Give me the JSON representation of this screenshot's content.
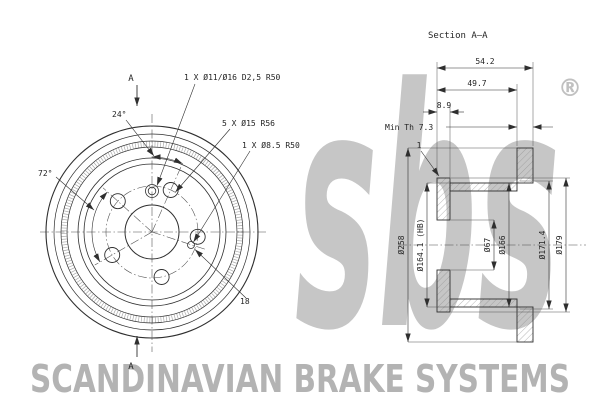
{
  "watermark": {
    "logo": "sbs",
    "registered": "®",
    "banner": "SCANDINAVIAN BRAKE SYSTEMS",
    "logo_color": "#c6c6c6",
    "banner_color": "#b3b3b3"
  },
  "front_view": {
    "marker_top": "A",
    "marker_bottom": "A",
    "note_countersunk": "1 X Ø11/Ø16 D2,5 R50",
    "note_bolts": "5 X Ø15 R56",
    "note_small_hole": "1 X Ø8.5 R50",
    "angle_a": "24°",
    "angle_b": "72°",
    "dim_offset": "18"
  },
  "section_view": {
    "title": "Section A–A",
    "dim_total_width": "54.2",
    "dim_hat_depth": "49.7",
    "dim_flange_th": "8.9",
    "min_thickness": "Min Th 7.3",
    "chamfer": "1",
    "dia_outer": "Ø258",
    "dia_friction_min": "Ø164.1 (HB)",
    "dia_bore": "Ø67",
    "dia_hat": "Ø166",
    "dia_register": "Ø171.4",
    "dia_flange": "Ø179"
  },
  "colors": {
    "line": "#2f2f2f",
    "background": "#ffffff"
  }
}
